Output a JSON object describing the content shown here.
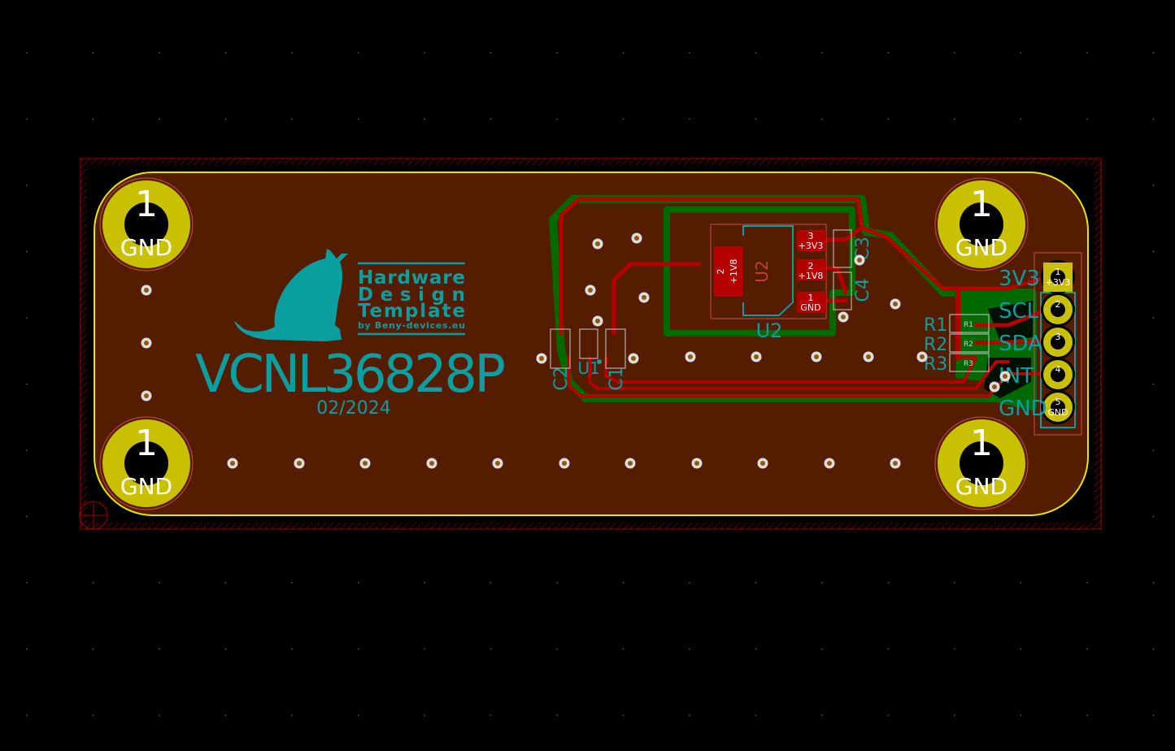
{
  "board": {
    "title": "VCNL36828P",
    "date": "02/2024",
    "logo": {
      "line1": "Hardware",
      "line2": "Design",
      "line3": "Template",
      "line4": "by Beny-devices.eu"
    }
  },
  "mounting_holes": [
    {
      "number": "1",
      "net": "GND"
    },
    {
      "number": "1",
      "net": "GND"
    },
    {
      "number": "1",
      "net": "GND"
    },
    {
      "number": "1",
      "net": "GND"
    }
  ],
  "u2": {
    "ref": "U2",
    "ref_fab": "U2",
    "tab": {
      "number": "2",
      "net": "+1V8"
    },
    "pins": [
      {
        "number": "3",
        "net": "+3V3"
      },
      {
        "number": "2",
        "net": "+1V8"
      },
      {
        "number": "1",
        "net": "GND"
      }
    ]
  },
  "refs": {
    "c1": "C1",
    "c2": "C2",
    "c3": "C3",
    "c4": "C4",
    "u1": "U1",
    "r1": "R1",
    "r2": "R2",
    "r3": "R3"
  },
  "fab_refs": {
    "r1": "R1",
    "r2": "R2",
    "r3": "R3"
  },
  "connector": {
    "labels": [
      "3V3",
      "SCL",
      "SDA",
      "INT",
      "GND"
    ],
    "pins": [
      {
        "number": "1",
        "net": "+3V3"
      },
      {
        "number": "2",
        "net": ""
      },
      {
        "number": "3",
        "net": ""
      },
      {
        "number": "4",
        "net": ""
      },
      {
        "number": "5",
        "net": "GND"
      }
    ]
  },
  "colors": {
    "background": "#000000",
    "board": "#561c00",
    "copper": "#b40000",
    "pour": "#006a00",
    "silk": "#0b9ea0",
    "pad": "#c8c000",
    "edge": "#e6e600"
  }
}
